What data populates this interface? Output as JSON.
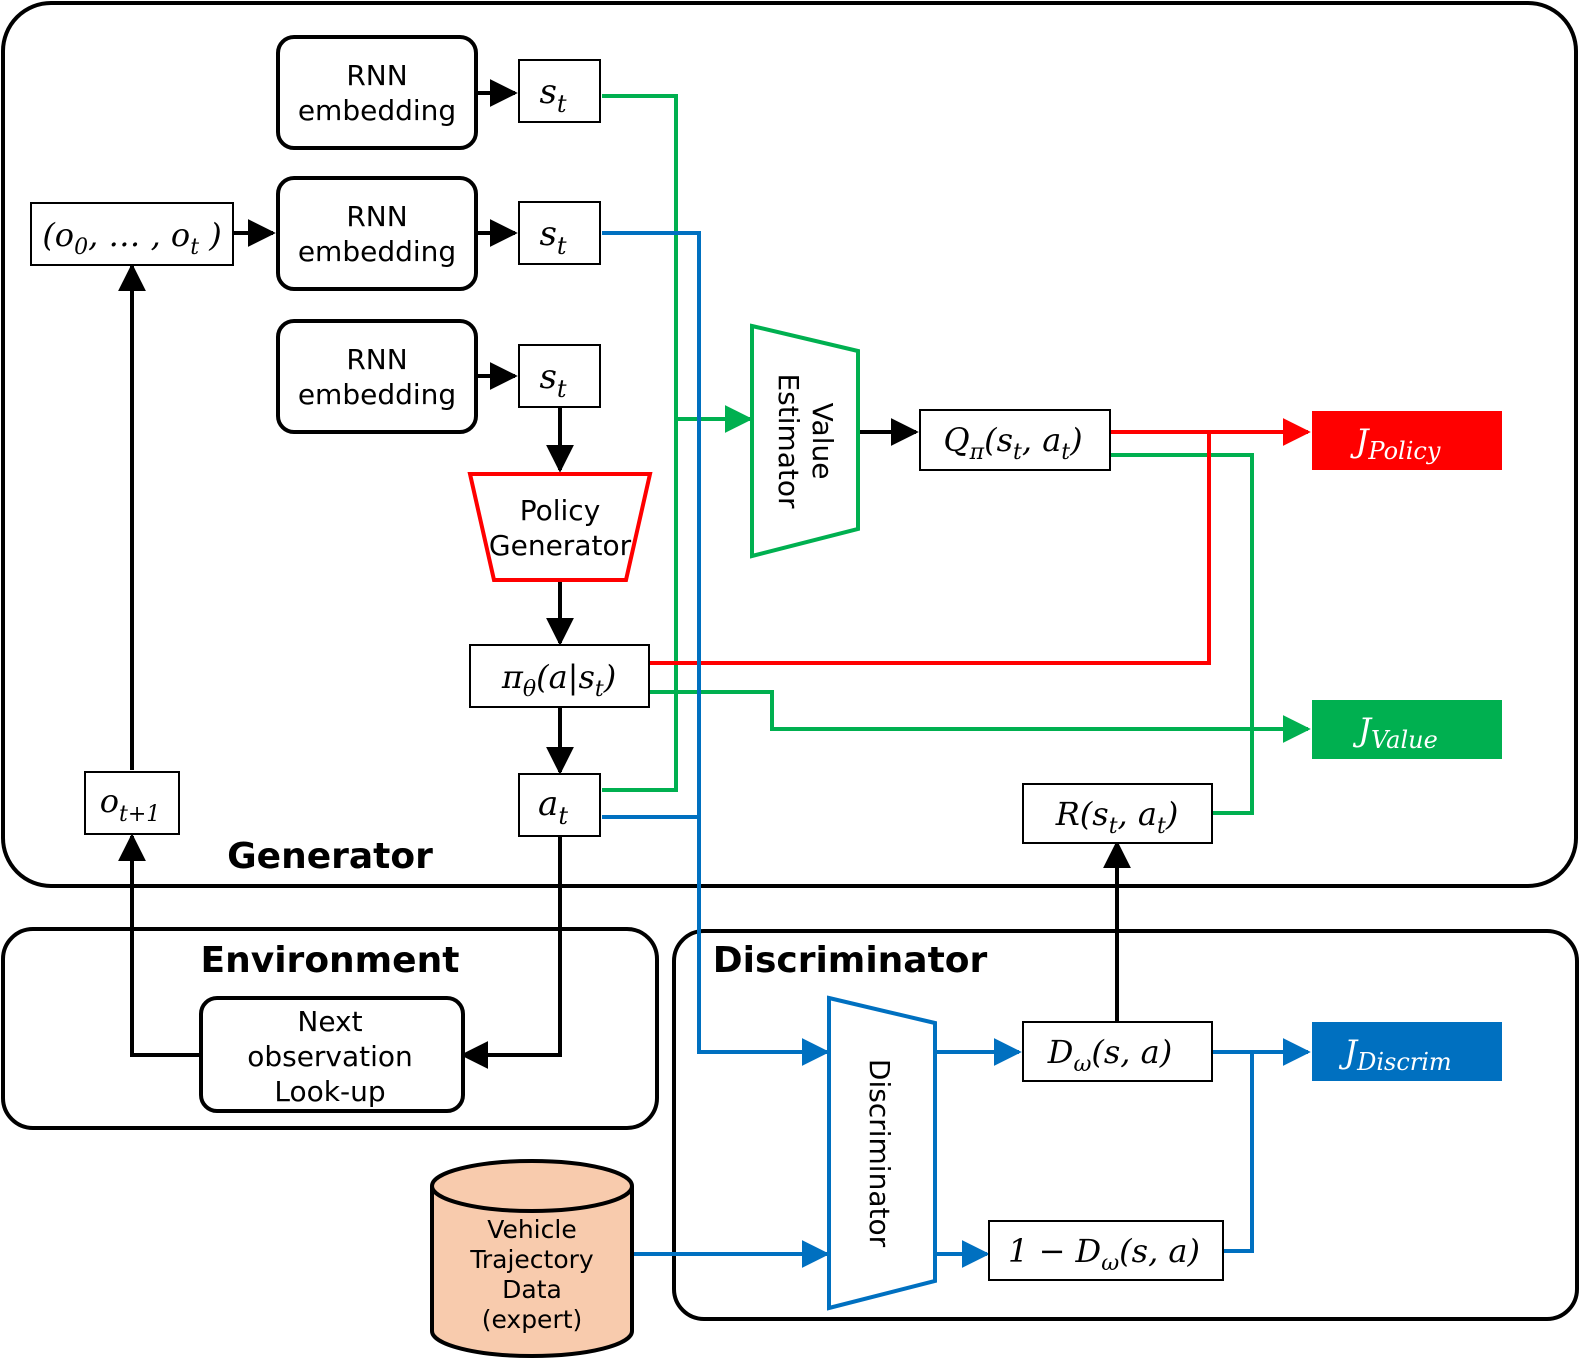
{
  "panels": {
    "generator": "Generator",
    "environment": "Environment",
    "discriminator": "Discriminator"
  },
  "rnn": {
    "line1": "RNN",
    "line2": "embedding"
  },
  "state_symbol": {
    "base": "s",
    "sub": "t"
  },
  "obs_seq": {
    "open": "(",
    "o": "o",
    "sub0": "0",
    "mid": ", … , ",
    "subt": "t",
    "close": " )"
  },
  "next_obs": {
    "base": "o",
    "sub": "t+1"
  },
  "policy_generator": {
    "line1": "Policy",
    "line2": "Generator"
  },
  "policy_output": {
    "pi": "π",
    "theta": "θ",
    "args_open": "(a|s",
    "t": "t",
    "args_close": ")"
  },
  "action": {
    "base": "a",
    "sub": "t"
  },
  "value_estimator": {
    "line1": "Value",
    "line2": "Estimator"
  },
  "q_value": {
    "Q": "Q",
    "pi": "π",
    "open": "(s",
    "t1": "t",
    "comma": ", a",
    "t2": "t",
    "close": ")"
  },
  "reward": {
    "R": "R",
    "open": "(s",
    "t1": "t",
    "comma": ", a",
    "t2": "t",
    "close": ")"
  },
  "next_obs_lookup": {
    "line1": "Next",
    "line2": "observation",
    "line3": "Look-up"
  },
  "discriminator_block": {
    "label": "Discriminator"
  },
  "d_out": {
    "D": "D",
    "omega": "ω",
    "args": "(s, a)"
  },
  "one_minus_d": {
    "prefix": "1 − ",
    "D": "D",
    "omega": "ω",
    "args": "(s, a)"
  },
  "expert_data": {
    "line1": "Vehicle",
    "line2": "Trajectory",
    "line3": "Data",
    "line4": "(expert)"
  },
  "objectives": {
    "policy": {
      "J": "J",
      "sub": "Policy",
      "color": "#ff0000"
    },
    "value": {
      "J": "J",
      "sub": "Value",
      "color": "#00b050"
    },
    "discrim": {
      "J": "J",
      "sub": "Discrim",
      "color": "#0070c0"
    }
  },
  "colors": {
    "red": "#ff0000",
    "green": "#00b050",
    "blue": "#0070c0",
    "black": "#000000",
    "expert_fill": "#f8cbad"
  }
}
